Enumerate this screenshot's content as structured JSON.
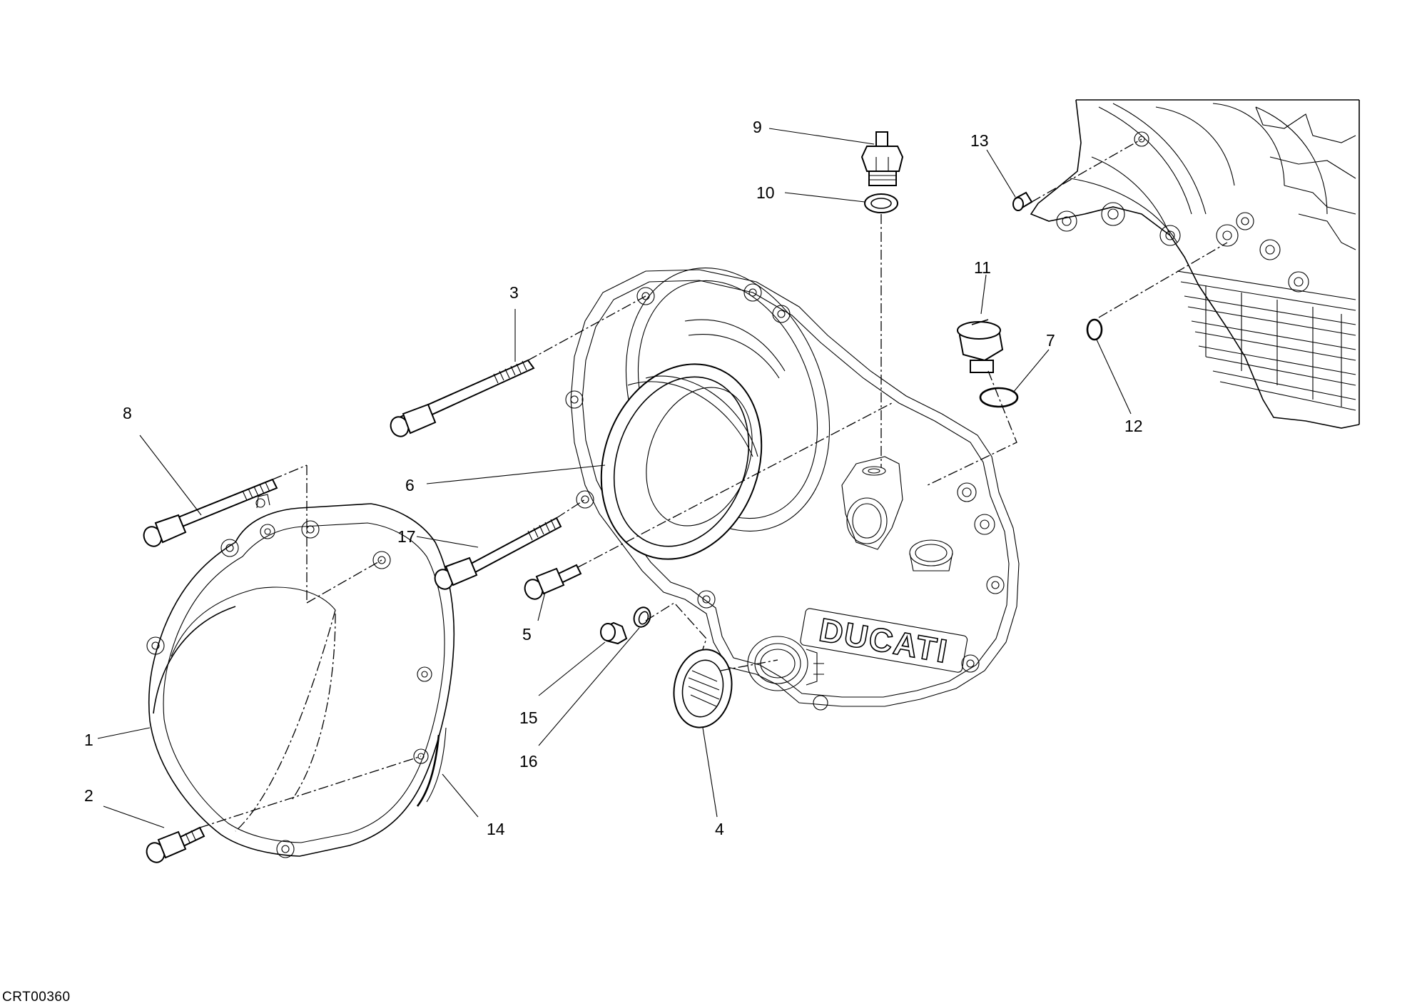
{
  "drawing_code": "CRT00360",
  "callouts": [
    {
      "id": "1",
      "label": "1"
    },
    {
      "id": "2",
      "label": "2"
    },
    {
      "id": "3",
      "label": "3"
    },
    {
      "id": "4",
      "label": "4"
    },
    {
      "id": "5",
      "label": "5"
    },
    {
      "id": "6",
      "label": "6"
    },
    {
      "id": "7",
      "label": "7"
    },
    {
      "id": "8",
      "label": "8"
    },
    {
      "id": "9",
      "label": "9"
    },
    {
      "id": "10",
      "label": "10"
    },
    {
      "id": "11",
      "label": "11"
    },
    {
      "id": "12",
      "label": "12"
    },
    {
      "id": "13",
      "label": "13"
    },
    {
      "id": "14",
      "label": "14"
    },
    {
      "id": "15",
      "label": "15"
    },
    {
      "id": "16",
      "label": "16"
    },
    {
      "id": "17",
      "label": "17"
    }
  ],
  "cover_logo_text": "DUCATI"
}
